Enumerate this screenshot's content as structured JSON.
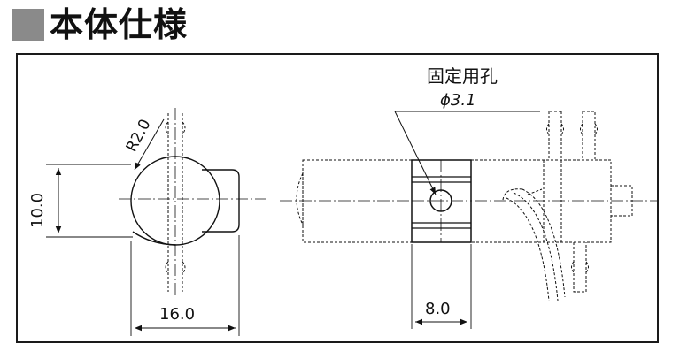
{
  "heading": {
    "title": "本体仕様"
  },
  "annotations": {
    "radius": "R2.0",
    "height": "10.0",
    "width": "16.0",
    "hole_label": "固定用孔",
    "hole_diameter": "ϕ3.1",
    "depth": "8.0"
  },
  "colors": {
    "line": "#111111",
    "heading_square": "#8a8a8a"
  }
}
